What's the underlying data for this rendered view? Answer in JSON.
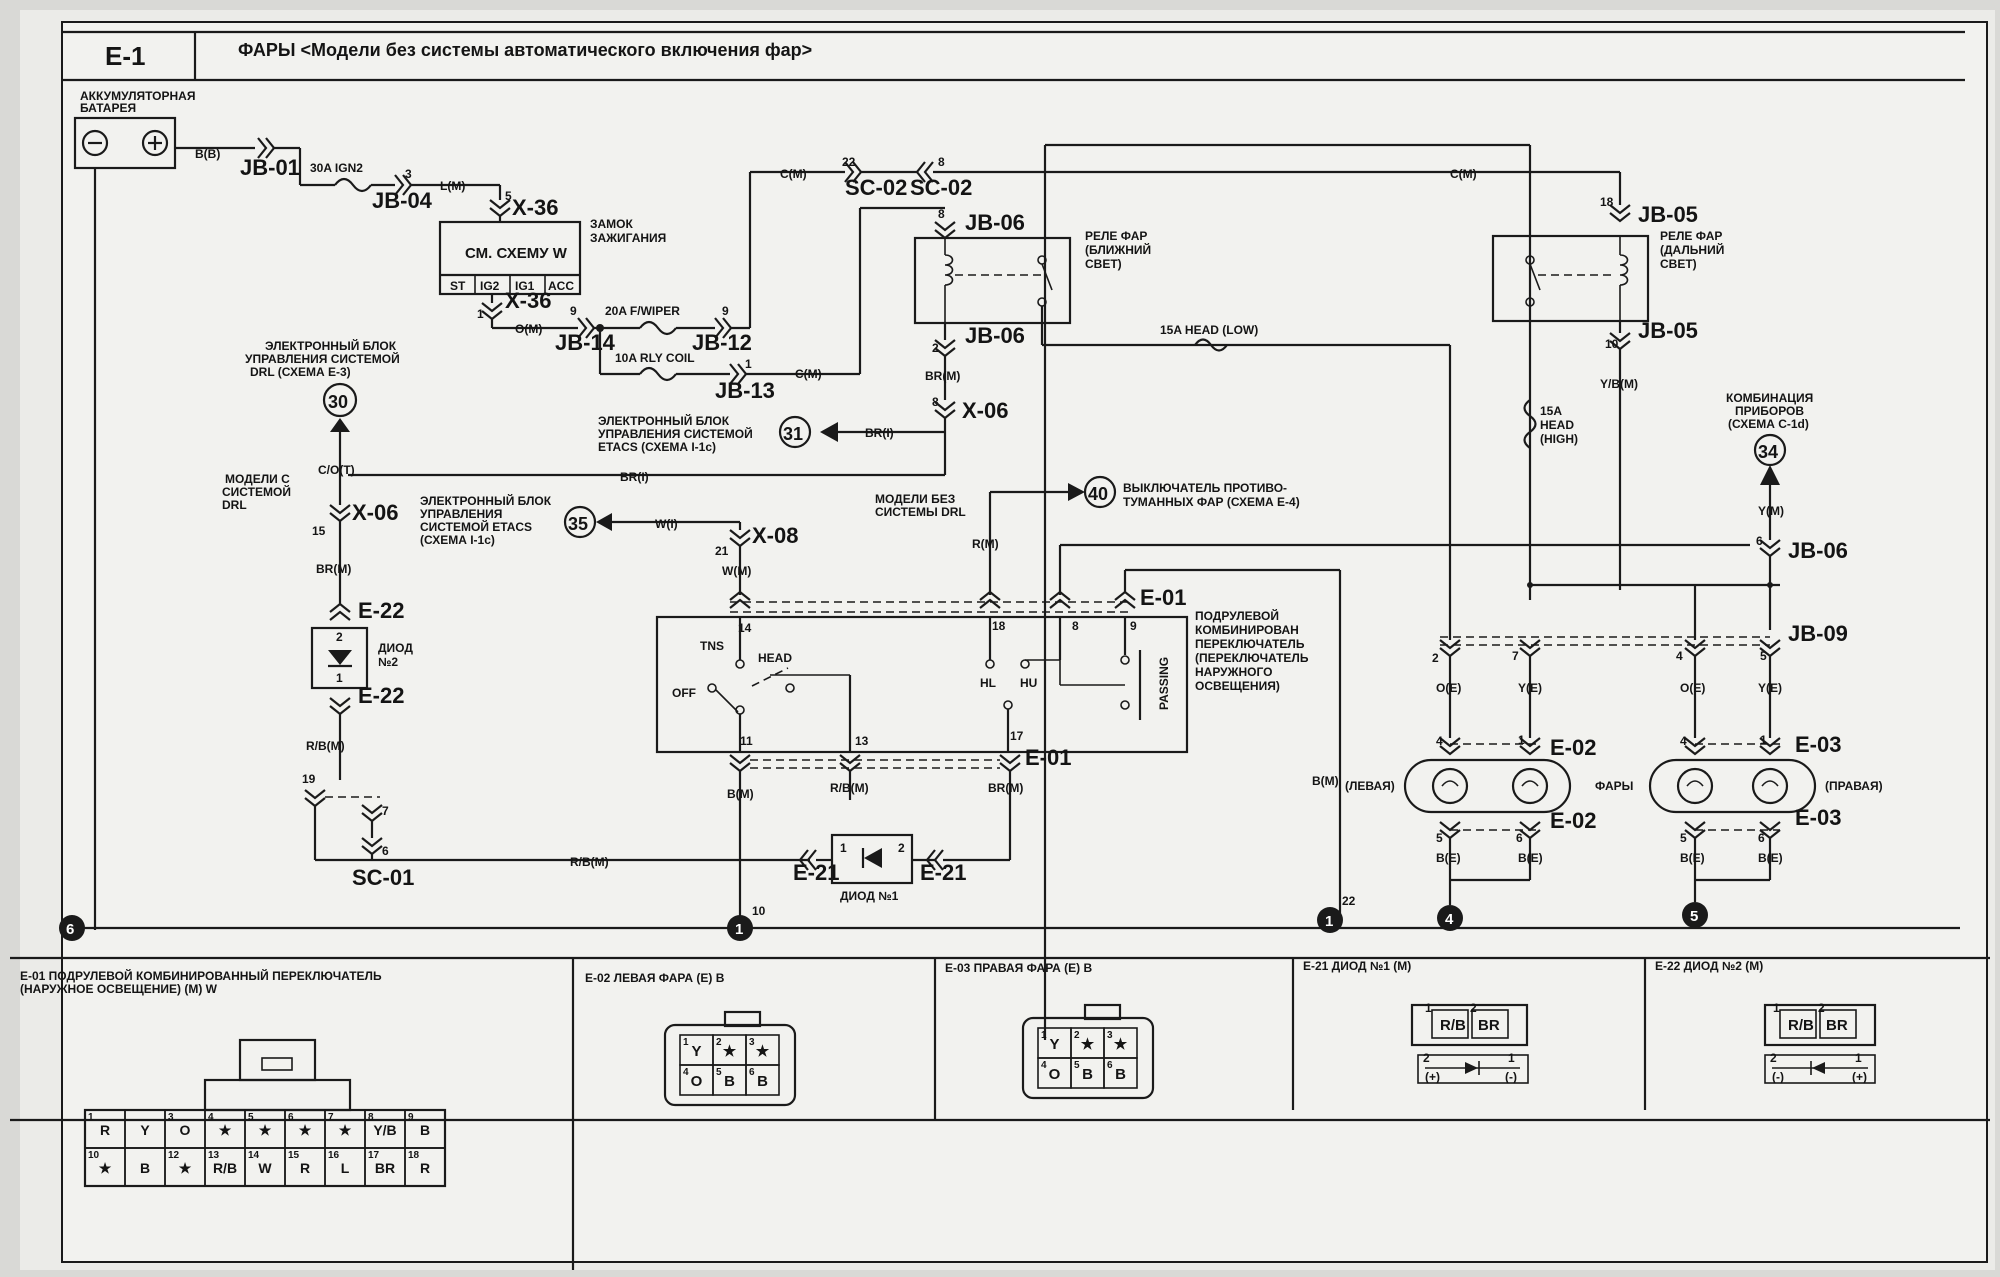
{
  "page": {
    "code": "E-1",
    "title": "ФАРЫ <Модели без системы автоматического включения фар>"
  },
  "battery": {
    "label_l1": "АККУМУЛЯТОРНАЯ",
    "label_l2": "БАТАРЕЯ",
    "wire": "B(B)"
  },
  "fuses": {
    "ign2": "30A IGN2",
    "wiper": "20A F/WIPER",
    "rly_coil": "10A RLY COIL",
    "head_low": "15A HEAD (LOW)",
    "head_high_l1": "15A",
    "head_high_l2": "HEAD",
    "head_high_l3": "(HIGH)"
  },
  "ignition": {
    "box": "СМ. СХЕМУ W",
    "pins": [
      "ST",
      "IG2",
      "IG1",
      "ACC"
    ],
    "label_l1": "ЗАМОК",
    "label_l2": "ЗАЖИГАНИЯ"
  },
  "connectors": {
    "jb01": "JB-01",
    "jb04": "JB-04",
    "x36": "X-36",
    "jb14": "JB-14",
    "jb12": "JB-12",
    "jb13": "JB-13",
    "sc02a": "SC-02",
    "sc02b": "SC-02",
    "jb06": "JB-06",
    "jb05": "JB-05",
    "x06": "X-06",
    "x08": "X-08",
    "e22": "E-22",
    "e01": "E-01",
    "e21": "E-21",
    "sc01": "SC-01",
    "e02": "E-02",
    "e03": "E-03",
    "jb09": "JB-09"
  },
  "pins": {
    "p3": "3",
    "p5": "5",
    "p1": "1",
    "p9": "9",
    "p9b": "9",
    "p22": "22",
    "p8": "8",
    "p18": "18",
    "p10": "10",
    "p8b": "8",
    "p15": "15",
    "p21": "21",
    "p2": "2",
    "p6": "6",
    "p19": "19",
    "p7": "7",
    "p14": "14",
    "p11": "11",
    "p13": "13",
    "p17": "17",
    "p18b": "18",
    "p8c": "8",
    "p9c": "9",
    "p2b": "2",
    "p7b": "7",
    "p4": "4",
    "p5b": "5",
    "p4b": "4",
    "p1b": "1",
    "p5c": "5",
    "p6b": "6",
    "p4c": "4",
    "p1c": "1",
    "p5d": "5",
    "p6c": "6",
    "p10b": "10",
    "p22b": "22",
    "p6d": "6",
    "p1d": "1",
    "p2c": "2",
    "p1e": "1",
    "p2d": "2"
  },
  "wires": {
    "lm": "L(M)",
    "cm1": "C(M)",
    "cm2": "C(M)",
    "om": "O(M)",
    "cm3": "C(M)",
    "brm1": "BR(M)",
    "brl1": "BR(I)",
    "cot": "C/O(T)",
    "brl2": "BR(I)",
    "wl": "W(I)",
    "wm": "W(M)",
    "rm": "R(M)",
    "brm2": "BR(M)",
    "rbm1": "R/B(M)",
    "bm1": "B(M)",
    "rbm2": "R/B(M)",
    "brm3": "BR(M)",
    "rbm3": "R/B(M)",
    "ybm": "Y/B(M)",
    "ym": "Y(M)",
    "oe1": "O(E)",
    "ye1": "Y(E)",
    "oe2": "O(E)",
    "ye2": "Y(E)",
    "be1": "B(E)",
    "be2": "B(E)",
    "be3": "B(E)",
    "be4": "B(E)",
    "bm2": "B(M)"
  },
  "relays": {
    "low_l1": "РЕЛЕ ФАР",
    "low_l2": "(БЛИЖНИЙ",
    "low_l3": "СВЕТ)",
    "high_l1": "РЕЛЕ ФАР",
    "high_l2": "(ДАЛЬНИЙ",
    "high_l3": "СВЕТ)"
  },
  "refs": {
    "r30": "30",
    "r31": "31",
    "r35": "35",
    "r40": "40",
    "r34": "34",
    "drl_l1": "ЭЛЕКТРОННЫЙ БЛОК",
    "drl_l2": "УПРАВЛЕНИЯ СИСТЕМОЙ",
    "drl_l3": "DRL (СХЕМА E-3)",
    "etacs1_l1": "ЭЛЕКТРОННЫЙ БЛОК",
    "etacs1_l2": "УПРАВЛЕНИЯ СИСТЕМОЙ",
    "etacs1_l3": "ETACS (СХЕМА I-1c)",
    "etacs2_l1": "ЭЛЕКТРОННЫЙ БЛОК",
    "etacs2_l2": "УПРАВЛЕНИЯ",
    "etacs2_l3": "СИСТЕМОЙ ETACS",
    "etacs2_l4": "(СХЕМА I-1c)",
    "fog_l1": "ВЫКЛЮЧАТЕЛЬ ПРОТИВО-",
    "fog_l2": "ТУМАННЫХ ФАР (СХЕМА E-4)",
    "combi_l1": "КОМБИНАЦИЯ",
    "combi_l2": "ПРИБОРОВ",
    "combi_l3": "(СХЕМА C-1d)"
  },
  "notes": {
    "drl_l1": "МОДЕЛИ С",
    "drl_l2": "СИСТЕМОЙ",
    "drl_l3": "DRL",
    "nodrl_l1": "МОДЕЛИ БЕЗ",
    "nodrl_l2": "СИСТЕМЫ DRL"
  },
  "diodes": {
    "d2_l1": "ДИОД",
    "d2_l2": "№2",
    "d1": "ДИОД №1"
  },
  "switch": {
    "tns": "TNS",
    "head": "HEAD",
    "off": "OFF",
    "hl": "HL",
    "hu": "HU",
    "passing": "PASSING",
    "label": [
      "ПОДРУЛЕВОЙ",
      "КОМБИНИРОВАН",
      "ПЕРЕКЛЮЧАТЕЛЬ",
      "(ПЕРЕКЛЮЧАТЕЛЬ",
      "НАРУЖНОГО",
      "ОСВЕЩЕНИЯ)"
    ]
  },
  "lamps": {
    "left": "(ЛЕВАЯ)",
    "title": "ФАРЫ",
    "right": "(ПРАВАЯ)"
  },
  "grounds": {
    "g6": "6",
    "g1a": "1",
    "g1b": "1",
    "g4": "4",
    "g5": "5"
  },
  "panels": {
    "e01": {
      "title_l1": "E-01 ПОДРУЛЕВОЙ КОМБИНИРОВАННЫЙ ПЕРЕКЛЮЧАТЕЛЬ",
      "title_l2": "(НАРУЖНОЕ ОСВЕЩЕНИЕ) (M) W",
      "top": [
        {
          "n": "1",
          "t": "R"
        },
        {
          "n": "",
          "t": "Y"
        },
        {
          "n": "3",
          "t": "O"
        },
        {
          "n": "4",
          "t": "★"
        },
        {
          "n": "5",
          "t": "★"
        },
        {
          "n": "6",
          "t": "★"
        },
        {
          "n": "7",
          "t": "★"
        },
        {
          "n": "8",
          "t": "Y/B"
        },
        {
          "n": "9",
          "t": "B"
        }
      ],
      "bottom": [
        {
          "n": "10",
          "t": "★"
        },
        {
          "n": "",
          "t": "B"
        },
        {
          "n": "12",
          "t": "★"
        },
        {
          "n": "13",
          "t": "R/B"
        },
        {
          "n": "14",
          "t": "W"
        },
        {
          "n": "15",
          "t": "R"
        },
        {
          "n": "16",
          "t": "L"
        },
        {
          "n": "17",
          "t": "BR"
        },
        {
          "n": "18",
          "t": "R"
        }
      ]
    },
    "e02": {
      "title": "E-02 ЛЕВАЯ ФАРА (E) B",
      "top": [
        {
          "n": "1",
          "t": "Y"
        },
        {
          "n": "2",
          "t": "★"
        },
        {
          "n": "3",
          "t": "★"
        }
      ],
      "bottom": [
        {
          "n": "4",
          "t": "O"
        },
        {
          "n": "5",
          "t": "B"
        },
        {
          "n": "6",
          "t": "B"
        }
      ]
    },
    "e03": {
      "title": "E-03 ПРАВАЯ ФАРА (E) B",
      "top": [
        {
          "n": "1",
          "t": "Y"
        },
        {
          "n": "2",
          "t": "★"
        },
        {
          "n": "3",
          "t": "★"
        }
      ],
      "bottom": [
        {
          "n": "4",
          "t": "O"
        },
        {
          "n": "5",
          "t": "B"
        },
        {
          "n": "6",
          "t": "B"
        }
      ]
    },
    "e21": {
      "title": "E-21 ДИОД №1 (M)",
      "c1": "R/B",
      "c2": "BR",
      "minus": "(-)",
      "plus": "(+)",
      "n1": "1",
      "n2": "2",
      "m1": "1",
      "m2": "2"
    },
    "e22": {
      "title": "E-22 ДИОД №2 (M)",
      "c1": "R/B",
      "c2": "BR",
      "minus": "(-)",
      "plus": "(+)",
      "n1": "1",
      "n2": "2",
      "m1": "1",
      "m2": "2"
    }
  }
}
